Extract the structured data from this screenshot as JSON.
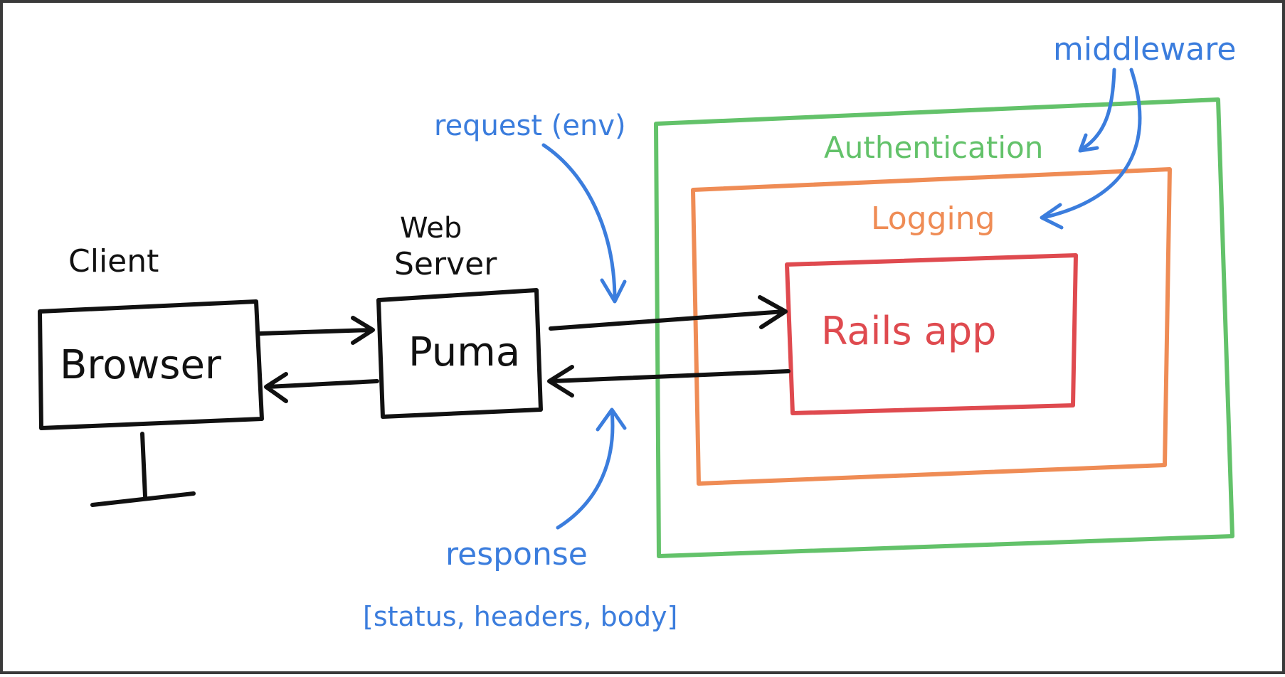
{
  "labels": {
    "client": "Client",
    "web_server_line1": "Web",
    "web_server_line2": "Server",
    "browser": "Browser",
    "puma": "Puma",
    "request": "request (env)",
    "response": "response",
    "response_tuple": "[status, headers, body]",
    "middleware": "middleware",
    "authentication": "Authentication",
    "logging": "Logging",
    "rails_app": "Rails app"
  },
  "colors": {
    "ink": "#111111",
    "annotation": "#3b7ddd",
    "authentication": "#63c26a",
    "logging": "#ef8c55",
    "rails_app": "#df4a4f"
  }
}
